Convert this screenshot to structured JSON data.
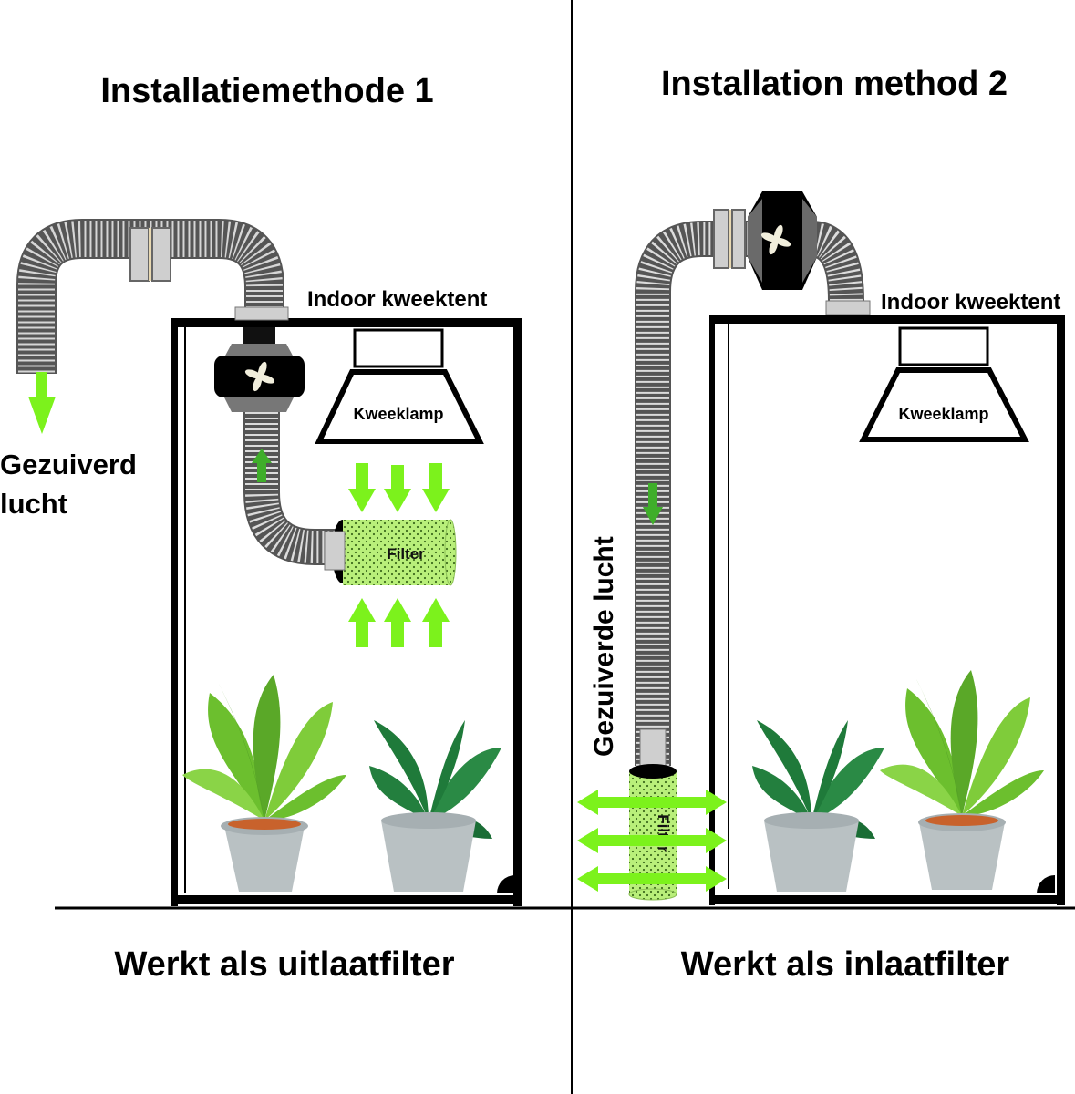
{
  "panels": [
    {
      "id": "method-1",
      "title": "Installatiemethode 1",
      "tent_label": "Indoor kweektent",
      "lamp_label": "Kweeklamp",
      "filter_label": "Filter",
      "air_label_line1": "Gezuiverd",
      "air_label_line2": "lucht",
      "caption": "Werkt als uitlaatfilter"
    },
    {
      "id": "method-2",
      "title": "Installation method 2",
      "tent_label": "Indoor kweektent",
      "lamp_label": "Kweeklamp",
      "filter_label": "Filter",
      "air_label": "Gezuiverde lucht",
      "caption": "Werkt als inlaatfilter"
    }
  ],
  "colors": {
    "arrow_green": "#7cf21c",
    "arrow_dark_green": "#3fae2a",
    "filter_green": "#b9ef7a",
    "duct_gray": "#c9c9c9",
    "tent_black": "#000000",
    "plant_light": "#6cbf2e",
    "plant_dark": "#1f7a3a",
    "pot_gray": "#b9c1c3",
    "soil": "#c8622c"
  }
}
